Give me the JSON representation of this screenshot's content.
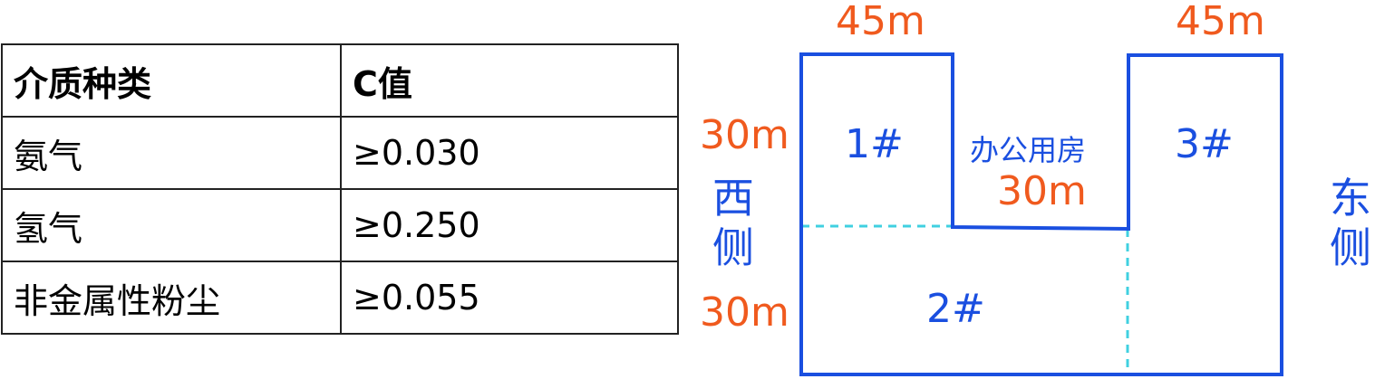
{
  "table": {
    "headers": [
      "介质种类",
      "C值"
    ],
    "rows": [
      [
        "氨气",
        "≥0.030"
      ],
      [
        "氢气",
        "≥0.250"
      ],
      [
        "非金属性粉尘",
        "≥0.055"
      ]
    ]
  },
  "diagram": {
    "top_left_width": "45m",
    "top_right_width": "45m",
    "left_upper_height": "30m",
    "left_lower_height": "30m",
    "middle_height": "30m",
    "room_1": "1#",
    "room_2": "2#",
    "room_3": "3#",
    "office": "办公用房",
    "west": "西侧",
    "east": "东侧",
    "colors": {
      "outline": "#1a4fe0",
      "dimension": "#f05a1e",
      "dashed": "#40d0e0"
    }
  }
}
